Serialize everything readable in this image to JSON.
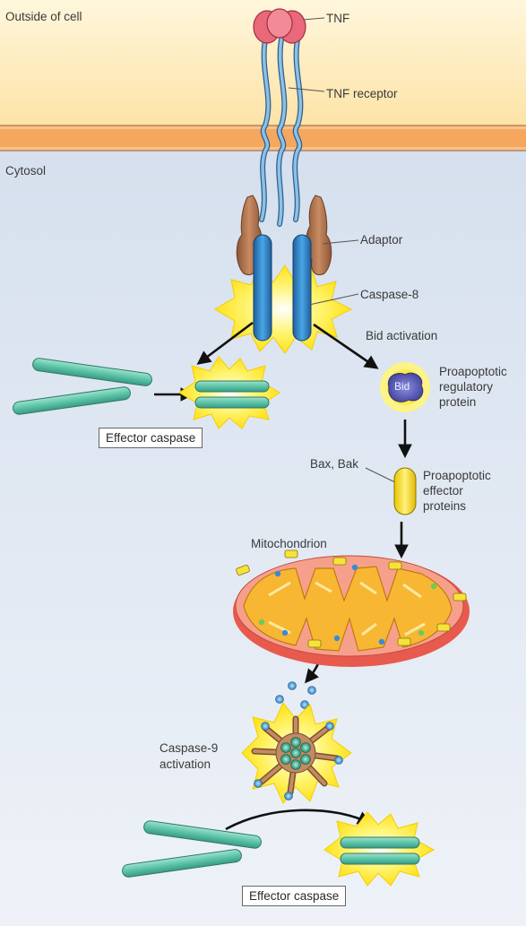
{
  "regions": {
    "outside": "Outside of cell",
    "cytosol": "Cytosol"
  },
  "labels": {
    "tnf": "TNF",
    "tnf_receptor": "TNF receptor",
    "adaptor": "Adaptor",
    "caspase8": "Caspase-8",
    "bid_activation": "Bid activation",
    "bid": "Bid",
    "proapoptotic_regulatory": [
      "Proapoptotic",
      "regulatory",
      "protein"
    ],
    "bax_bak": "Bax, Bak",
    "proapoptotic_effector": [
      "Proapoptotic",
      "effector",
      "proteins"
    ],
    "mitochondrion": "Mitochondrion",
    "caspase9": [
      "Caspase-9",
      "activation"
    ],
    "effector_caspase_1": "Effector caspase",
    "effector_caspase_2": "Effector caspase"
  },
  "colors": {
    "outside_bg": "#fdecc0",
    "cytosol_bg": "#dde6f1",
    "membrane": "#f5a75e",
    "receptor": "#6c9cc8",
    "tnf": "#e9687a",
    "adaptor": "#b8784f",
    "caspase8": "#2f7fc4",
    "glow": "#fff03a",
    "effector_caspase": "#5cc4a8",
    "bid": "#6e6fc0",
    "bax": "#f6e33a",
    "mito_outer": "#f08a78",
    "mito_inner": "#f7b733",
    "apoptosome": "#b17a55",
    "cytc": "#4a9ad4"
  }
}
